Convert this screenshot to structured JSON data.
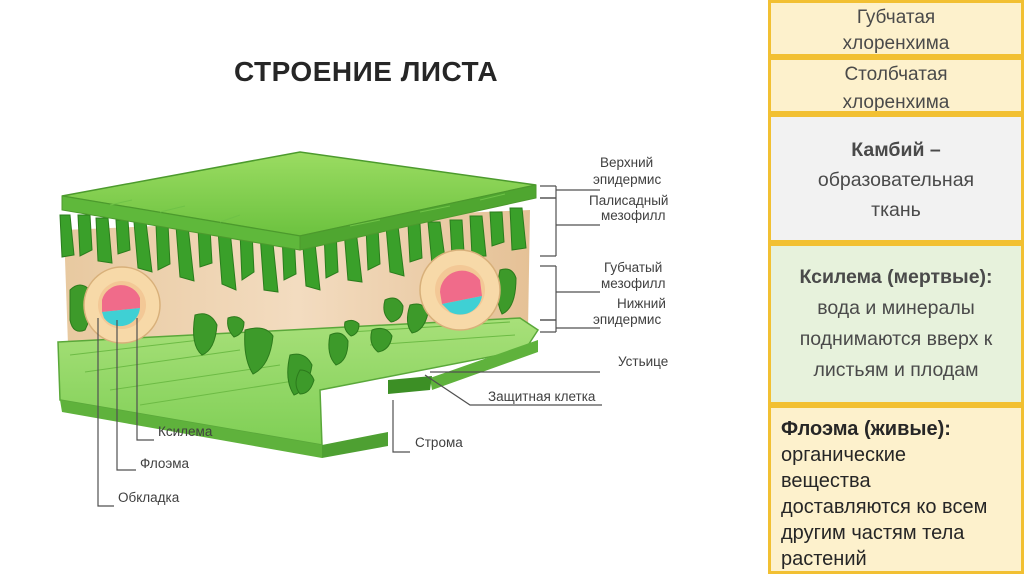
{
  "title": "СТРОЕНИЕ ЛИСТА",
  "labels": {
    "upper_epidermis_1": "Верхний",
    "upper_epidermis_2": "эпидермис",
    "palisade_1": "Палисадный",
    "palisade_2": "мезофилл",
    "spongy_1": "Губчатый",
    "spongy_2": "мезофилл",
    "lower_epidermis_1": "Нижний",
    "lower_epidermis_2": "эпидермис",
    "stomata": "Устьице",
    "guard_cell": "Защитная клетка",
    "stroma": "Строма",
    "xylem": "Ксилема",
    "phloem": "Флоэма",
    "sheath": "Обкладка"
  },
  "panels": {
    "spongy": {
      "line1": "Губчатая",
      "line2": "хлоренхима"
    },
    "columnar": {
      "line1": "Столбчатая",
      "line2": "хлоренхима"
    },
    "cambium": {
      "head": "Камбий –",
      "line1": "образовательная",
      "line2": "ткань"
    },
    "xylem": {
      "head": "Ксилема (мертвые):",
      "line1": "вода и минералы",
      "line2": "поднимаются вверх к",
      "line3": "листьям и плодам"
    },
    "phloem": {
      "head": "Флоэма (живые):",
      "line1": "органические",
      "line2": "вещества",
      "line3": "доставляются ко всем",
      "line4": "другим частям тела",
      "line5": "растений"
    }
  },
  "colors": {
    "leaf_light": "#8ed65a",
    "leaf_dark": "#2f8a1e",
    "xylem": "#f06b8a",
    "phloem": "#3fd0d4",
    "sheath": "#f7d9a8",
    "panel_border": "#f2c032"
  }
}
